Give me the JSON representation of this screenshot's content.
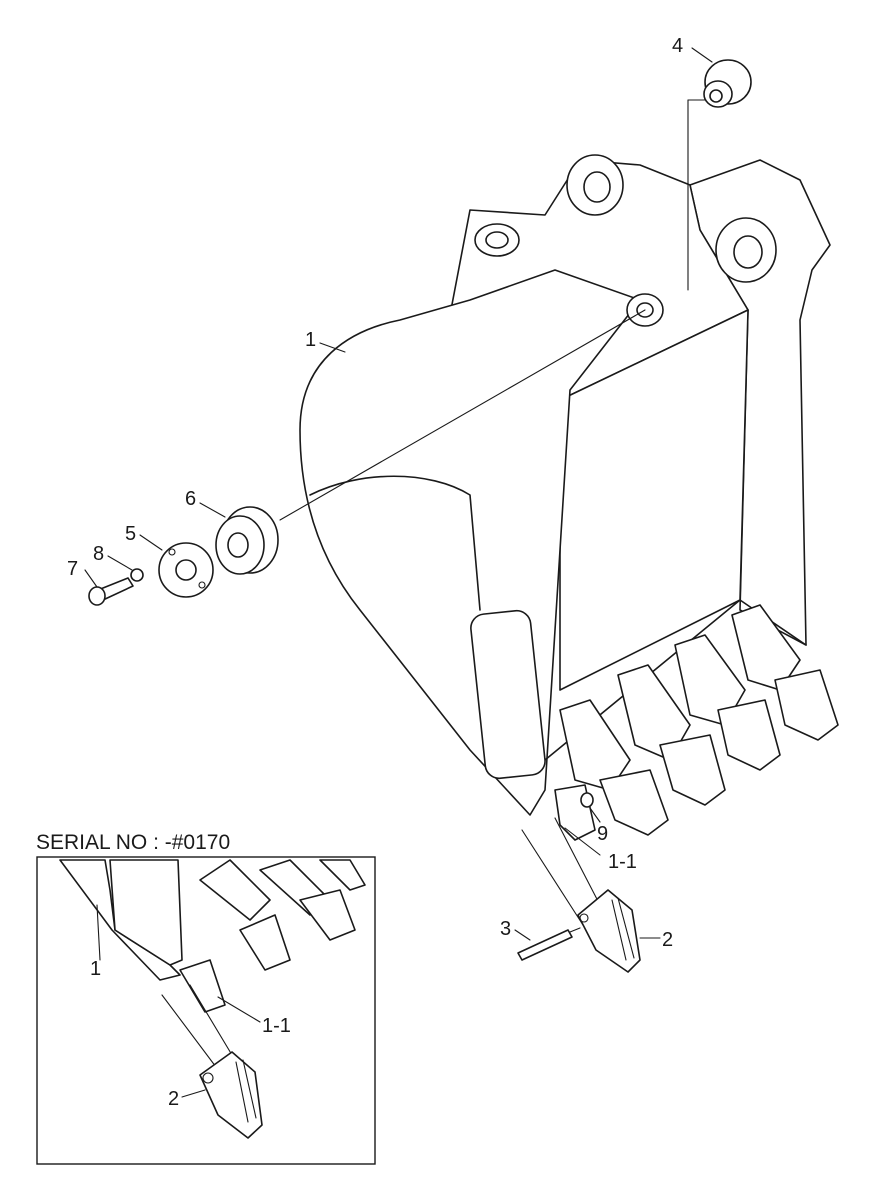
{
  "inset": {
    "title": "SERIAL NO : -#0170"
  },
  "callouts": {
    "bucket": "1",
    "adapter": "1-1",
    "tooth": "2",
    "pin": "3",
    "bushing": "4",
    "shim_plate": "5",
    "boss_ring": "6",
    "bolt": "7",
    "washer": "8",
    "lock_ring": "9",
    "inset_bucket": "1",
    "inset_adapter": "1-1",
    "inset_tooth": "2"
  }
}
